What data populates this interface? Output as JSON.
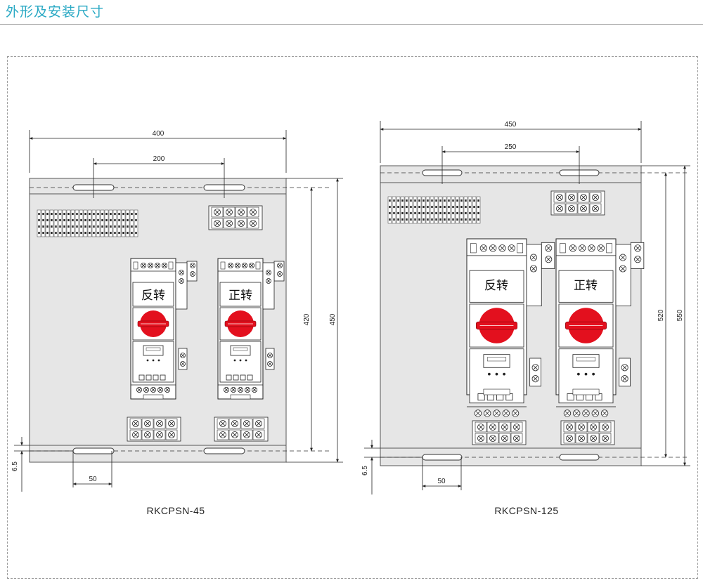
{
  "title": "外形及安装尺寸",
  "left": {
    "model": "RKCPSN-45",
    "dim_width": "400",
    "dim_hole_spacing": "200",
    "dim_hole_height": "420",
    "dim_height": "450",
    "dim_edge": "6.5",
    "dim_hole_offset": "50",
    "unit_a_label": "反转",
    "unit_b_label": "正转"
  },
  "right": {
    "model": "RKCPSN-125",
    "dim_width": "450",
    "dim_hole_spacing": "250",
    "dim_hole_height": "520",
    "dim_height": "550",
    "dim_edge": "6.5",
    "dim_hole_offset": "50",
    "unit_a_label": "反转",
    "unit_b_label": "正转"
  },
  "colors": {
    "title": "#2aa9c4",
    "panel": "#e6e6e6",
    "knob": "#e3101e",
    "line": "#222222"
  }
}
